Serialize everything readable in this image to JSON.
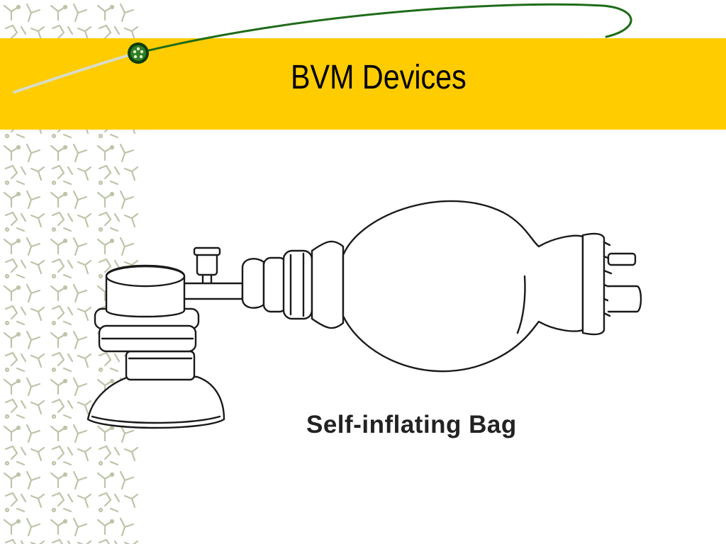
{
  "slide": {
    "title": "BVM Devices",
    "figure_caption": "Self-inflating Bag"
  },
  "theme": {
    "band_color": "#ffcc00",
    "swoosh_color": "#1f6b1a",
    "pattern_color": "#bcc4a8",
    "title_color": "#000000"
  },
  "icons": {
    "orb": "green-orb-icon",
    "pattern": "molecule-pattern"
  }
}
